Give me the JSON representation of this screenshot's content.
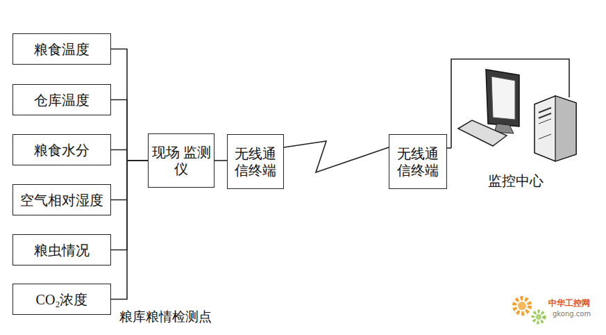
{
  "diagram": {
    "nodes": [
      {
        "text": [
          "粮食温度"
        ]
      },
      {
        "text": [
          "仓库温度"
        ]
      },
      {
        "text": [
          "粮食水分"
        ]
      },
      {
        "text": [
          "空气相对湿度"
        ]
      },
      {
        "text": [
          "粮虫情况"
        ]
      },
      {
        "text": [
          "CO₂浓度"
        ]
      },
      {
        "text": [
          "现场 监测仪"
        ]
      },
      {
        "text": [
          "无线通 信终端"
        ]
      },
      {
        "text": [
          "无线通 信终端"
        ]
      },
      {
        "text": [
          "监控中心"
        ]
      }
    ],
    "edges": [
      {
        "from": 0,
        "to": 6,
        "arrow": "none"
      },
      {
        "from": 1,
        "to": 6,
        "arrow": "none"
      },
      {
        "from": 2,
        "to": 6,
        "arrow": "none"
      },
      {
        "from": 3,
        "to": 6,
        "arrow": "none"
      },
      {
        "from": 4,
        "to": 6,
        "arrow": "none"
      },
      {
        "from": 5,
        "to": 6,
        "arrow": "none"
      },
      {
        "from": 6,
        "to": 7,
        "arrow": "none"
      },
      {
        "from": 7,
        "to": 8,
        "arrow": "none"
      },
      {
        "from": 8,
        "to": 9,
        "arrow": "none"
      }
    ],
    "labels": [
      "粮库粮情检测点",
      "中华工控网",
      "gkong.com"
    ]
  }
}
